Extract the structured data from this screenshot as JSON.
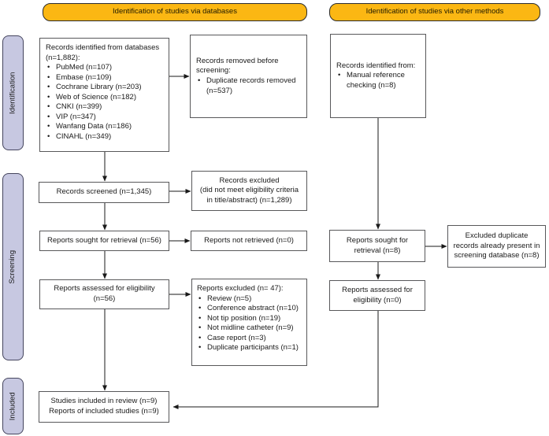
{
  "banners": {
    "databases": "Identification of studies via databases",
    "other_methods": "Identification of studies via other methods"
  },
  "sidebar": {
    "identification": "Identification",
    "screening": "Screening",
    "included": "Included"
  },
  "flow": {
    "records_identified": {
      "lines": [
        "Records identified from databases",
        "(n=1,882):"
      ],
      "items": [
        "PubMed (n=107)",
        "Embase (n=109)",
        "Cochrane Library (n=203)",
        "Web of Science (n=182)",
        "CNKI (n=399)",
        "VIP (n=347)",
        "Wanfang Data (n=186)",
        "CINAHL (n=349)"
      ]
    },
    "records_removed": {
      "lines": [
        "Records removed before",
        "screening:"
      ],
      "items": [
        "Duplicate records removed (n=537)"
      ]
    },
    "manual_reference": {
      "lines": [
        "Records identified from:"
      ],
      "items": [
        "Manual reference checking (n=8)"
      ]
    },
    "records_screened": {
      "label": "Records screened  (n=1,345)"
    },
    "records_excluded": {
      "lines": [
        "Records excluded",
        "(did not meet eligibility criteria",
        "in title/abstract) (n=1,289)"
      ]
    },
    "reports_sought": {
      "label": "Reports sought for retrieval (n=56)"
    },
    "reports_not_retrieved": {
      "label": "Reports not retrieved (n=0)"
    },
    "reports_assessed": {
      "lines": [
        "Reports assessed for eligibility",
        "(n=56)"
      ]
    },
    "reports_excluded": {
      "title": "Reports excluded (n= 47):",
      "items": [
        "Review (n=5)",
        "Conference abstract (n=10)",
        "Not tip position (n=19)",
        "Not midline catheter (n=9)",
        "Case report (n=3)",
        "Duplicate participants (n=1)"
      ]
    },
    "studies_included": {
      "lines": [
        "Studies included in review (n=9)",
        "Reports of included studies (n=9)"
      ]
    },
    "reports_sought_other": {
      "lines": [
        "Reports sought for",
        "retrieval (n=8)"
      ]
    },
    "reports_assessed_other": {
      "lines": [
        "Reports assessed for",
        "eligibility (n=0)"
      ]
    },
    "excluded_duplicate": {
      "lines": [
        "Excluded duplicate",
        "records already present in",
        "screening database (n=8)"
      ]
    }
  },
  "colors": {
    "banner_fill": "#FBB713",
    "sidebar_fill": "#C7C8E1",
    "sidebar_border": "#45455E",
    "box_border": "#58585A",
    "arrow": "#1A1A1A",
    "text": "#1A1A1A"
  }
}
